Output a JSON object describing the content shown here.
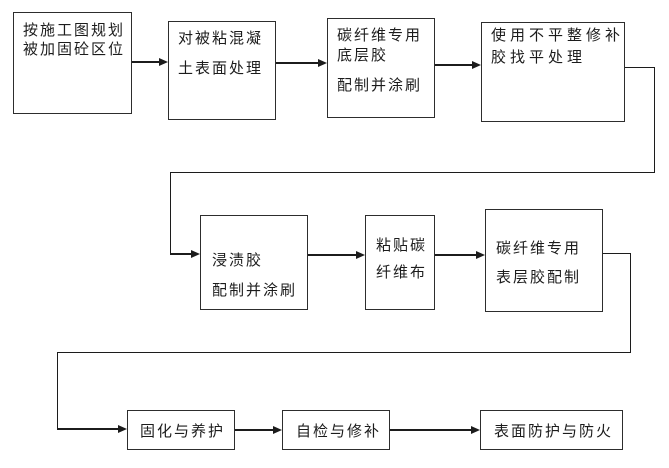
{
  "flowchart": {
    "type": "flowchart",
    "boxes": [
      {
        "id": "plan-area",
        "lines": [
          "按施工图规划",
          "被加固砼区位"
        ]
      },
      {
        "id": "concrete-surface-treatment",
        "lines": [
          "对被粘混凝",
          "土表面处理"
        ]
      },
      {
        "id": "primer-adhesive",
        "lines": [
          "碳纤维专用",
          "底层胶",
          "配制并涂刷"
        ]
      },
      {
        "id": "leveling-repair",
        "lines": [
          "使用不平整修补",
          "胶找平处理"
        ]
      },
      {
        "id": "impregnation-adhesive",
        "lines": [
          "浸渍胶",
          "配制并涂刷"
        ]
      },
      {
        "id": "paste-cfrp-sheet",
        "lines": [
          "粘贴碳",
          "纤维布"
        ]
      },
      {
        "id": "topcoat-adhesive",
        "lines": [
          "碳纤维专用",
          "表层胶配制"
        ]
      },
      {
        "id": "curing-maintenance",
        "lines": [
          "固化与养护"
        ]
      },
      {
        "id": "self-inspection-repair",
        "lines": [
          "自检与修补"
        ]
      },
      {
        "id": "surface-protection",
        "lines": [
          "表面防护与防火"
        ]
      }
    ],
    "connections": [
      {
        "from": "plan-area",
        "to": "concrete-surface-treatment"
      },
      {
        "from": "concrete-surface-treatment",
        "to": "primer-adhesive"
      },
      {
        "from": "primer-adhesive",
        "to": "leveling-repair"
      },
      {
        "from": "leveling-repair",
        "to": "impregnation-adhesive"
      },
      {
        "from": "impregnation-adhesive",
        "to": "paste-cfrp-sheet"
      },
      {
        "from": "paste-cfrp-sheet",
        "to": "topcoat-adhesive"
      },
      {
        "from": "topcoat-adhesive",
        "to": "curing-maintenance"
      },
      {
        "from": "curing-maintenance",
        "to": "self-inspection-repair"
      },
      {
        "from": "self-inspection-repair",
        "to": "surface-protection"
      }
    ],
    "colors": {
      "background": "#ffffff",
      "border": "#2d2d2d",
      "line": "#1c1c1c",
      "text": "#1c1c1c"
    }
  }
}
